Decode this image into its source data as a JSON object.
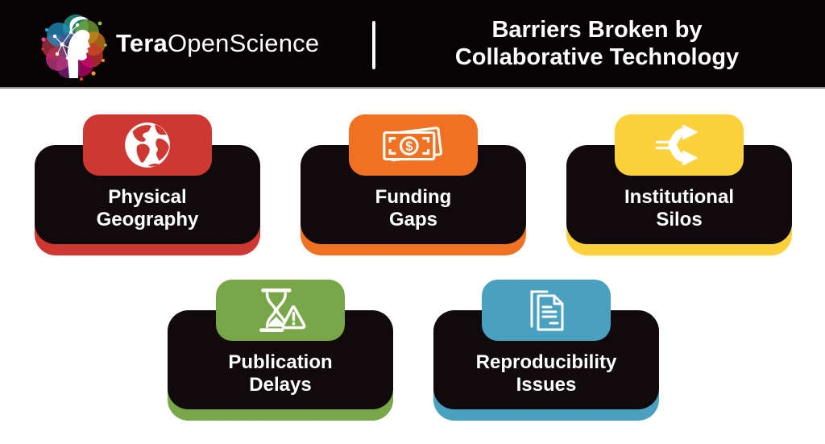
{
  "header": {
    "brand": {
      "bold": "Tera",
      "regular": "OpenScience"
    },
    "title_line1": "Barriers Broken by",
    "title_line2": "Collaborative Technology"
  },
  "colors": {
    "header_bg": "#070203",
    "card_bg": "#100a0c",
    "text": "#ffffff",
    "red": "#cf3832",
    "orange": "#f07122",
    "yellow": "#fdd13c",
    "green": "#78a648",
    "blue": "#4aa0bf"
  },
  "cards": [
    {
      "line1": "Physical",
      "line2": "Geography",
      "accent": "#cf3832",
      "icon": "globe-icon"
    },
    {
      "line1": "Funding",
      "line2": "Gaps",
      "accent": "#f07122",
      "icon": "money-icon"
    },
    {
      "line1": "Institutional",
      "line2": "Silos",
      "accent": "#fdd13c",
      "icon": "split-arrows-icon"
    },
    {
      "line1": "Publication",
      "line2": "Delays",
      "accent": "#78a648",
      "icon": "hourglass-warning-icon"
    },
    {
      "line1": "Reproducibility",
      "line2": "Issues",
      "accent": "#4aa0bf",
      "icon": "documents-icon"
    }
  ]
}
